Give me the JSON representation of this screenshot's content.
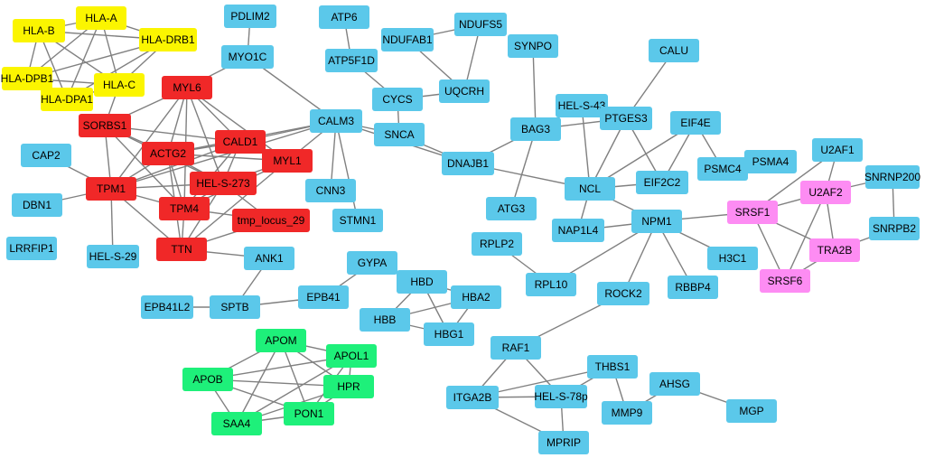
{
  "colors": {
    "cyan": "#5bc8ea",
    "red": "#f02828",
    "yellow": "#fbf500",
    "green": "#1ef07a",
    "pink": "#fd8cf3",
    "edge": "#808080"
  },
  "nodes": [
    {
      "id": "HLA-B",
      "label": "HLA-B",
      "color": "yellow"
    },
    {
      "id": "HLA-A",
      "label": "HLA-A",
      "color": "yellow"
    },
    {
      "id": "HLA-DRB1",
      "label": "HLA-DRB1",
      "color": "yellow"
    },
    {
      "id": "HLA-DPB1",
      "label": "HLA-DPB1",
      "color": "yellow"
    },
    {
      "id": "HLA-C",
      "label": "HLA-C",
      "color": "yellow"
    },
    {
      "id": "HLA-DPA1",
      "label": "HLA-DPA1",
      "color": "yellow"
    },
    {
      "id": "MYL6",
      "label": "MYL6",
      "color": "red"
    },
    {
      "id": "SORBS1",
      "label": "SORBS1",
      "color": "red"
    },
    {
      "id": "CALD1",
      "label": "CALD1",
      "color": "red"
    },
    {
      "id": "ACTG2",
      "label": "ACTG2",
      "color": "red"
    },
    {
      "id": "MYL1",
      "label": "MYL1",
      "color": "red"
    },
    {
      "id": "HEL-S-273",
      "label": "HEL-S-273",
      "color": "red"
    },
    {
      "id": "TPM1",
      "label": "TPM1",
      "color": "red"
    },
    {
      "id": "TPM4",
      "label": "TPM4",
      "color": "red"
    },
    {
      "id": "tmp_locus_29",
      "label": "tmp_locus_29",
      "color": "red"
    },
    {
      "id": "TTN",
      "label": "TTN",
      "color": "red"
    },
    {
      "id": "PDLIM2",
      "label": "PDLIM2",
      "color": "cyan"
    },
    {
      "id": "MYO1C",
      "label": "MYO1C",
      "color": "cyan"
    },
    {
      "id": "ATP6",
      "label": "ATP6",
      "color": "cyan"
    },
    {
      "id": "ATP5F1D",
      "label": "ATP5F1D",
      "color": "cyan"
    },
    {
      "id": "NDUFAB1",
      "label": "NDUFAB1",
      "color": "cyan"
    },
    {
      "id": "NDUFS5",
      "label": "NDUFS5",
      "color": "cyan"
    },
    {
      "id": "SYNPO",
      "label": "SYNPO",
      "color": "cyan"
    },
    {
      "id": "CALU",
      "label": "CALU",
      "color": "cyan"
    },
    {
      "id": "UQCRH",
      "label": "UQCRH",
      "color": "cyan"
    },
    {
      "id": "CYCS",
      "label": "CYCS",
      "color": "cyan"
    },
    {
      "id": "CALM3",
      "label": "CALM3",
      "color": "cyan"
    },
    {
      "id": "SNCA",
      "label": "SNCA",
      "color": "cyan"
    },
    {
      "id": "HEL-S-43",
      "label": "HEL-S-43",
      "color": "cyan"
    },
    {
      "id": "PTGES3",
      "label": "PTGES3",
      "color": "cyan"
    },
    {
      "id": "BAG3",
      "label": "BAG3",
      "color": "cyan"
    },
    {
      "id": "EIF4E",
      "label": "EIF4E",
      "color": "cyan"
    },
    {
      "id": "CAP2",
      "label": "CAP2",
      "color": "cyan"
    },
    {
      "id": "DNAJB1",
      "label": "DNAJB1",
      "color": "cyan"
    },
    {
      "id": "U2AF1",
      "label": "U2AF1",
      "color": "cyan"
    },
    {
      "id": "PSMA4",
      "label": "PSMA4",
      "color": "cyan"
    },
    {
      "id": "PSMC4",
      "label": "PSMC4",
      "color": "cyan"
    },
    {
      "id": "SNRNP200",
      "label": "SNRNP200",
      "color": "cyan"
    },
    {
      "id": "CNN3",
      "label": "CNN3",
      "color": "cyan"
    },
    {
      "id": "NCL",
      "label": "NCL",
      "color": "cyan"
    },
    {
      "id": "EIF2C2",
      "label": "EIF2C2",
      "color": "cyan"
    },
    {
      "id": "U2AF2",
      "label": "U2AF2",
      "color": "pink"
    },
    {
      "id": "DBN1",
      "label": "DBN1",
      "color": "cyan"
    },
    {
      "id": "ATG3",
      "label": "ATG3",
      "color": "cyan"
    },
    {
      "id": "SRSF1",
      "label": "SRSF1",
      "color": "pink"
    },
    {
      "id": "STMN1",
      "label": "STMN1",
      "color": "cyan"
    },
    {
      "id": "NAP1L4",
      "label": "NAP1L4",
      "color": "cyan"
    },
    {
      "id": "NPM1",
      "label": "NPM1",
      "color": "cyan"
    },
    {
      "id": "SNRPB2",
      "label": "SNRPB2",
      "color": "cyan"
    },
    {
      "id": "LRRFIP1",
      "label": "LRRFIP1",
      "color": "cyan"
    },
    {
      "id": "HEL-S-29",
      "label": "HEL-S-29",
      "color": "cyan"
    },
    {
      "id": "RPLP2",
      "label": "RPLP2",
      "color": "cyan"
    },
    {
      "id": "TRA2B",
      "label": "TRA2B",
      "color": "pink"
    },
    {
      "id": "ANK1",
      "label": "ANK1",
      "color": "cyan"
    },
    {
      "id": "H3C1",
      "label": "H3C1",
      "color": "cyan"
    },
    {
      "id": "GYPA",
      "label": "GYPA",
      "color": "cyan"
    },
    {
      "id": "SRSF6",
      "label": "SRSF6",
      "color": "pink"
    },
    {
      "id": "HBD",
      "label": "HBD",
      "color": "cyan"
    },
    {
      "id": "RPL10",
      "label": "RPL10",
      "color": "cyan"
    },
    {
      "id": "RBBP4",
      "label": "RBBP4",
      "color": "cyan"
    },
    {
      "id": "EPB41",
      "label": "EPB41",
      "color": "cyan"
    },
    {
      "id": "HBA2",
      "label": "HBA2",
      "color": "cyan"
    },
    {
      "id": "ROCK2",
      "label": "ROCK2",
      "color": "cyan"
    },
    {
      "id": "EPB41L2",
      "label": "EPB41L2",
      "color": "cyan"
    },
    {
      "id": "SPTB",
      "label": "SPTB",
      "color": "cyan"
    },
    {
      "id": "HBB",
      "label": "HBB",
      "color": "cyan"
    },
    {
      "id": "HBG1",
      "label": "HBG1",
      "color": "cyan"
    },
    {
      "id": "APOM",
      "label": "APOM",
      "color": "green"
    },
    {
      "id": "RAF1",
      "label": "RAF1",
      "color": "cyan"
    },
    {
      "id": "APOL1",
      "label": "APOL1",
      "color": "green"
    },
    {
      "id": "THBS1",
      "label": "THBS1",
      "color": "cyan"
    },
    {
      "id": "APOB",
      "label": "APOB",
      "color": "green"
    },
    {
      "id": "HPR",
      "label": "HPR",
      "color": "green"
    },
    {
      "id": "AHSG",
      "label": "AHSG",
      "color": "cyan"
    },
    {
      "id": "ITGA2B",
      "label": "ITGA2B",
      "color": "cyan"
    },
    {
      "id": "HEL-S-78p",
      "label": "HEL-S-78p",
      "color": "cyan"
    },
    {
      "id": "MMP9",
      "label": "MMP9",
      "color": "cyan"
    },
    {
      "id": "MGP",
      "label": "MGP",
      "color": "cyan"
    },
    {
      "id": "PON1",
      "label": "PON1",
      "color": "green"
    },
    {
      "id": "SAA4",
      "label": "SAA4",
      "color": "green"
    },
    {
      "id": "MPRIP",
      "label": "MPRIP",
      "color": "cyan"
    }
  ],
  "edges": [
    [
      "HLA-B",
      "HLA-A"
    ],
    [
      "HLA-B",
      "HLA-DRB1"
    ],
    [
      "HLA-B",
      "HLA-DPB1"
    ],
    [
      "HLA-B",
      "HLA-C"
    ],
    [
      "HLA-B",
      "HLA-DPA1"
    ],
    [
      "HLA-A",
      "HLA-DRB1"
    ],
    [
      "HLA-A",
      "HLA-DPB1"
    ],
    [
      "HLA-A",
      "HLA-C"
    ],
    [
      "HLA-A",
      "HLA-DPA1"
    ],
    [
      "HLA-DRB1",
      "HLA-DPB1"
    ],
    [
      "HLA-DRB1",
      "HLA-C"
    ],
    [
      "HLA-DRB1",
      "HLA-DPA1"
    ],
    [
      "HLA-DPB1",
      "HLA-C"
    ],
    [
      "HLA-DPB1",
      "HLA-DPA1"
    ],
    [
      "HLA-C",
      "HLA-DPA1"
    ],
    [
      "HLA-C",
      "SORBS1"
    ],
    [
      "MYL6",
      "SORBS1"
    ],
    [
      "MYL6",
      "ACTG2"
    ],
    [
      "MYL6",
      "CALD1"
    ],
    [
      "MYL6",
      "HEL-S-273"
    ],
    [
      "MYL6",
      "TPM1"
    ],
    [
      "MYL6",
      "TPM4"
    ],
    [
      "MYL6",
      "MYL1"
    ],
    [
      "MYL6",
      "MYO1C"
    ],
    [
      "SORBS1",
      "ACTG2"
    ],
    [
      "SORBS1",
      "TPM1"
    ],
    [
      "SORBS1",
      "TPM4"
    ],
    [
      "SORBS1",
      "CALD1"
    ],
    [
      "SORBS1",
      "HEL-S-273"
    ],
    [
      "CALD1",
      "ACTG2"
    ],
    [
      "CALD1",
      "TPM1"
    ],
    [
      "CALD1",
      "TPM4"
    ],
    [
      "CALD1",
      "CALM3"
    ],
    [
      "CALD1",
      "MYL1"
    ],
    [
      "CALD1",
      "HEL-S-273"
    ],
    [
      "ACTG2",
      "TPM1"
    ],
    [
      "ACTG2",
      "TPM4"
    ],
    [
      "ACTG2",
      "HEL-S-273"
    ],
    [
      "ACTG2",
      "MYL1"
    ],
    [
      "ACTG2",
      "TTN"
    ],
    [
      "ACTG2",
      "CALM3"
    ],
    [
      "MYL1",
      "HEL-S-273"
    ],
    [
      "MYL1",
      "TTN"
    ],
    [
      "MYL1",
      "TPM4"
    ],
    [
      "MYL1",
      "CALM3"
    ],
    [
      "HEL-S-273",
      "TPM1"
    ],
    [
      "HEL-S-273",
      "TPM4"
    ],
    [
      "HEL-S-273",
      "TTN"
    ],
    [
      "HEL-S-273",
      "tmp_locus_29"
    ],
    [
      "TPM1",
      "TPM4"
    ],
    [
      "TPM1",
      "TTN"
    ],
    [
      "TPM1",
      "HEL-S-29"
    ],
    [
      "TPM1",
      "DBN1"
    ],
    [
      "TPM1",
      "CAP2"
    ],
    [
      "TPM1",
      "CALM3"
    ],
    [
      "TPM4",
      "TTN"
    ],
    [
      "TPM4",
      "tmp_locus_29"
    ],
    [
      "TTN",
      "tmp_locus_29"
    ],
    [
      "TTN",
      "ANK1"
    ],
    [
      "CALM3",
      "STMN1"
    ],
    [
      "CALM3",
      "CNN3"
    ],
    [
      "CALM3",
      "MYO1C"
    ],
    [
      "CALM3",
      "SNCA"
    ],
    [
      "CALM3",
      "DNAJB1"
    ],
    [
      "PDLIM2",
      "MYO1C"
    ],
    [
      "ATP6",
      "ATP5F1D"
    ],
    [
      "ATP5F1D",
      "CYCS"
    ],
    [
      "NDUFAB1",
      "UQCRH"
    ],
    [
      "NDUFS5",
      "UQCRH"
    ],
    [
      "NDUFAB1",
      "NDUFS5"
    ],
    [
      "UQCRH",
      "CYCS"
    ],
    [
      "CYCS",
      "SNCA"
    ],
    [
      "SNCA",
      "DNAJB1"
    ],
    [
      "SYNPO",
      "BAG3"
    ],
    [
      "DNAJB1",
      "BAG3"
    ],
    [
      "DNAJB1",
      "NCL"
    ],
    [
      "BAG3",
      "HEL-S-43"
    ],
    [
      "BAG3",
      "PTGES3"
    ],
    [
      "BAG3",
      "ATG3"
    ],
    [
      "HEL-S-43",
      "PTGES3"
    ],
    [
      "HEL-S-43",
      "NCL"
    ],
    [
      "CALU",
      "PTGES3"
    ],
    [
      "PTGES3",
      "NCL"
    ],
    [
      "PTGES3",
      "EIF2C2"
    ],
    [
      "EIF4E",
      "NCL"
    ],
    [
      "EIF4E",
      "EIF2C2"
    ],
    [
      "EIF4E",
      "PSMC4"
    ],
    [
      "PSMA4",
      "PSMC4"
    ],
    [
      "EIF2C2",
      "NCL"
    ],
    [
      "NCL",
      "NAP1L4"
    ],
    [
      "NCL",
      "NPM1"
    ],
    [
      "NAP1L4",
      "NPM1"
    ],
    [
      "NPM1",
      "SRSF1"
    ],
    [
      "NPM1",
      "H3C1"
    ],
    [
      "NPM1",
      "RBBP4"
    ],
    [
      "NPM1",
      "RPL10"
    ],
    [
      "NPM1",
      "ROCK2"
    ],
    [
      "RPLP2",
      "RPL10"
    ],
    [
      "U2AF1",
      "U2AF2"
    ],
    [
      "U2AF1",
      "SRSF1"
    ],
    [
      "U2AF2",
      "SRSF1"
    ],
    [
      "U2AF2",
      "TRA2B"
    ],
    [
      "U2AF2",
      "SRSF6"
    ],
    [
      "U2AF2",
      "SNRNP200"
    ],
    [
      "SNRNP200",
      "SNRPB2"
    ],
    [
      "SNRPB2",
      "TRA2B"
    ],
    [
      "SRSF1",
      "TRA2B"
    ],
    [
      "SRSF1",
      "SRSF6"
    ],
    [
      "TRA2B",
      "SRSF6"
    ],
    [
      "ANK1",
      "SPTB"
    ],
    [
      "EPB41L2",
      "SPTB"
    ],
    [
      "SPTB",
      "EPB41"
    ],
    [
      "EPB41",
      "GYPA"
    ],
    [
      "GYPA",
      "HBD"
    ],
    [
      "HBD",
      "HBA2"
    ],
    [
      "HBD",
      "HBB"
    ],
    [
      "HBD",
      "HBG1"
    ],
    [
      "HBA2",
      "HBB"
    ],
    [
      "HBA2",
      "HBG1"
    ],
    [
      "HBB",
      "HBG1"
    ],
    [
      "APOM",
      "APOL1"
    ],
    [
      "APOM",
      "APOB"
    ],
    [
      "APOM",
      "HPR"
    ],
    [
      "APOM",
      "SAA4"
    ],
    [
      "APOM",
      "PON1"
    ],
    [
      "APOL1",
      "APOB"
    ],
    [
      "APOL1",
      "HPR"
    ],
    [
      "APOL1",
      "SAA4"
    ],
    [
      "APOL1",
      "PON1"
    ],
    [
      "APOB",
      "HPR"
    ],
    [
      "APOB",
      "SAA4"
    ],
    [
      "APOB",
      "PON1"
    ],
    [
      "HPR",
      "SAA4"
    ],
    [
      "HPR",
      "PON1"
    ],
    [
      "SAA4",
      "PON1"
    ],
    [
      "ROCK2",
      "RAF1"
    ],
    [
      "RAF1",
      "ITGA2B"
    ],
    [
      "RAF1",
      "HEL-S-78p"
    ],
    [
      "ITGA2B",
      "HEL-S-78p"
    ],
    [
      "ITGA2B",
      "THBS1"
    ],
    [
      "ITGA2B",
      "MPRIP"
    ],
    [
      "HEL-S-78p",
      "THBS1"
    ],
    [
      "HEL-S-78p",
      "MPRIP"
    ],
    [
      "THBS1",
      "MMP9"
    ],
    [
      "MMP9",
      "AHSG"
    ],
    [
      "AHSG",
      "MGP"
    ]
  ]
}
